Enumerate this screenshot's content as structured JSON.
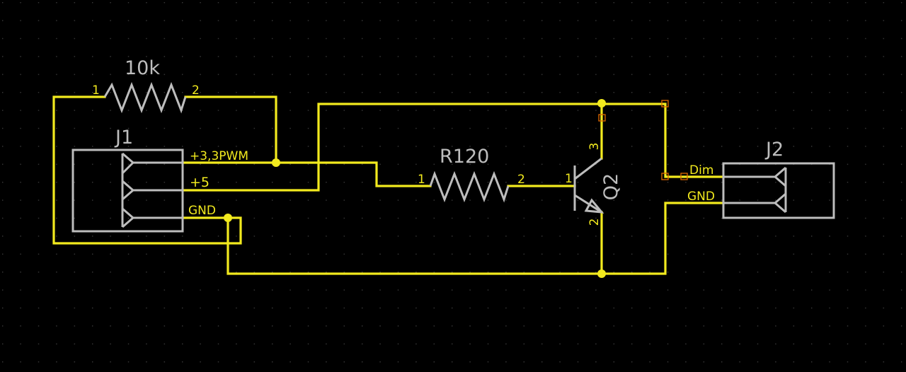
{
  "colors": {
    "background": "#000000",
    "grid_dot": "#3a3a3a",
    "wire": "#f2ea1e",
    "symbol": "#bdbdbd",
    "marker": "#e06a00"
  },
  "components": {
    "r_top": {
      "value": "10k",
      "pin1": "1",
      "pin2": "2"
    },
    "r_mid": {
      "value": "R120",
      "pin1": "1",
      "pin2": "2"
    },
    "j1": {
      "name": "J1",
      "pins": [
        "+3,3PWM",
        "+5",
        "GND"
      ]
    },
    "j2": {
      "name": "J2",
      "pins": [
        "Dim",
        "GND"
      ]
    },
    "q2": {
      "name": "Q2",
      "pin_base": "1",
      "pin_collector": "3",
      "pin_emitter": "2"
    }
  }
}
